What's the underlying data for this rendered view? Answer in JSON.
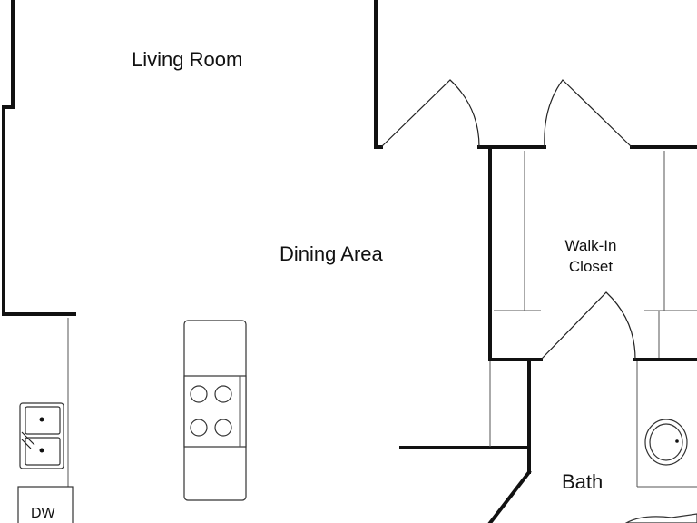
{
  "rooms": {
    "living_room": "Living Room",
    "dining_area": "Dining Area",
    "walk_in_closet_line1": "Walk-In",
    "walk_in_closet_line2": "Closet",
    "bath": "Bath"
  },
  "appliances": {
    "dishwasher": "DW"
  },
  "colors": {
    "wall": "#111111",
    "background": "#ffffff"
  }
}
